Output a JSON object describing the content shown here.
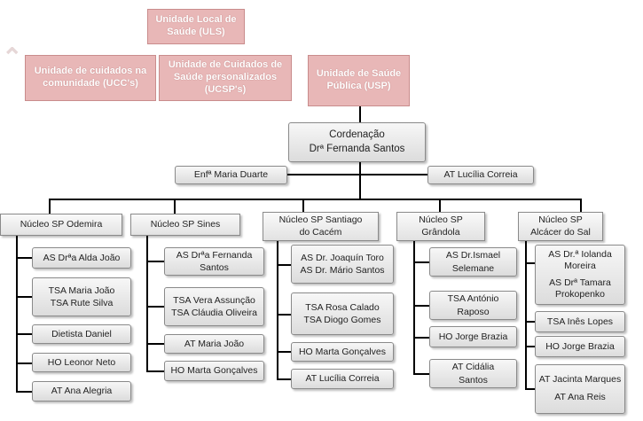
{
  "top": {
    "uls": "Unidade Local de Saúde (ULS)"
  },
  "units": {
    "ucc": "Unidade de cuidados na comunidade (UCC's)",
    "ucsp": "Unidade de Cuidados de Saúde personalizados (UCSP's)",
    "usp": "Unidade de Saúde Pública (USP)"
  },
  "coordenacao": {
    "title": "Cordenação",
    "name": "Drª Fernanda Santos"
  },
  "side": {
    "left": "Enfª Maria Duarte",
    "right": "AT Lucília Correia"
  },
  "nucleos": [
    {
      "header": [
        "Núcleo SP Odemira"
      ],
      "items": [
        [
          "AS Drªa Alda João"
        ],
        [
          "TSA Maria João",
          "TSA Rute Silva"
        ],
        [
          "Dietista Daniel"
        ],
        [
          "HO Leonor Neto"
        ],
        [
          "AT Ana Alegria"
        ]
      ]
    },
    {
      "header": [
        "Núcleo SP Sines"
      ],
      "items": [
        [
          "AS Drªa Fernanda",
          "Santos"
        ],
        [
          "TSA Vera Assunção",
          "TSA Cláudia Oliveira"
        ],
        [
          "AT Maria João"
        ],
        [
          "HO Marta Gonçalves"
        ]
      ]
    },
    {
      "header": [
        "Núcleo SP Santiago",
        "do Cacém"
      ],
      "items": [
        [
          "AS Dr. Joaquín Toro",
          "AS Dr. Mário Santos"
        ],
        [
          "TSA Rosa Calado",
          "TSA Diogo Gomes"
        ],
        [
          "HO Marta Gonçalves"
        ],
        [
          "AT Lucília Correia"
        ]
      ]
    },
    {
      "header": [
        "Núcleo SP",
        "Grândola"
      ],
      "items": [
        [
          "AS Dr.Ismael",
          "Selemane"
        ],
        [
          "TSA António",
          "Raposo"
        ],
        [
          "HO Jorge Brazia"
        ],
        [
          "AT Cidália",
          "Santos"
        ]
      ]
    },
    {
      "header": [
        "Núcleo SP",
        "Alcácer do Sal"
      ],
      "items": [
        [
          "AS Dr.ª Iolanda",
          "Moreira",
          "AS Drª Tamara",
          "Prokopenko"
        ],
        [
          "TSA Inês Lopes"
        ],
        [
          "HO Jorge Brazia"
        ],
        [
          "AT Jacinta Marques",
          "AT Ana Reis"
        ]
      ]
    }
  ],
  "colors": {
    "pink_fill": "#e8b7b7",
    "box_fill": "#e6e6e6",
    "line": "#000000"
  }
}
